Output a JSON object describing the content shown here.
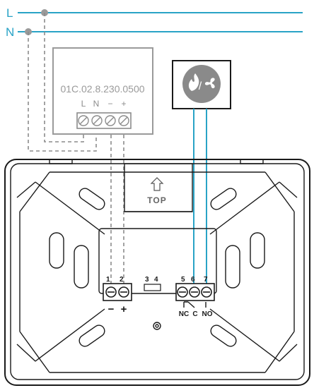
{
  "lines": {
    "l_label": "L",
    "n_label": "N"
  },
  "power_module": {
    "code": "01C.02.8.230.0500",
    "terminals": [
      "L",
      "N",
      "−",
      "+"
    ]
  },
  "device": {
    "icon": "flame-fan-icon",
    "icon_separator": "/"
  },
  "backplate": {
    "top_label": "TOP",
    "terminal_numbers_left": [
      "1",
      "2"
    ],
    "terminal_numbers_mid": [
      "3",
      "4"
    ],
    "terminal_numbers_right": [
      "5",
      "6",
      "7"
    ],
    "polarity_labels": [
      "−",
      "+"
    ],
    "relay_labels": [
      "NC",
      "C",
      "NO"
    ]
  },
  "colors": {
    "supply_line": "#29a3c6",
    "wire_dash": "#8c8c8c",
    "outline": "#1a1a1a",
    "module_border": "#9a9a9a",
    "icon_bg": "#8a8a8a"
  }
}
